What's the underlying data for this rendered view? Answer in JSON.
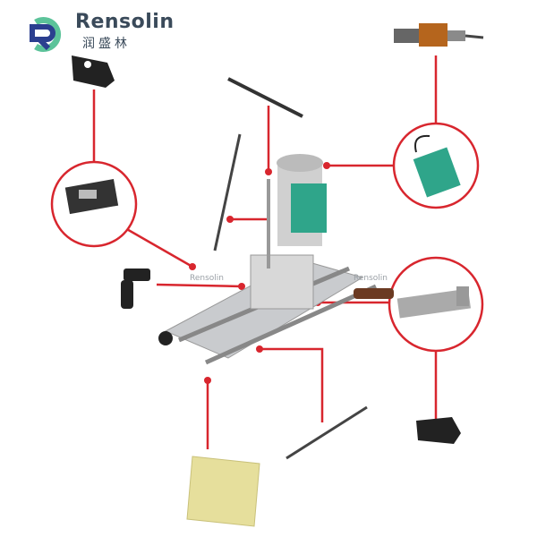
{
  "logo": {
    "name": "Rensolin",
    "name_cn": "润盛林",
    "colors": {
      "teal": "#5cc39a",
      "navy": "#2b3f8f"
    }
  },
  "watermarks": [
    "Rensolin",
    "Rensolin"
  ],
  "accent_color": "#d8262e",
  "callouts": [
    {
      "part": "bracket-plate"
    },
    {
      "part": "clamp-assembly"
    },
    {
      "part": "armature-rotor"
    },
    {
      "part": "motor"
    },
    {
      "part": "handle-knob"
    },
    {
      "part": "rail-clamp"
    },
    {
      "part": "bracket-plate"
    },
    {
      "part": "gas-spring"
    },
    {
      "part": "gas-spring"
    },
    {
      "part": "rod"
    },
    {
      "part": "sanding-pad"
    }
  ]
}
